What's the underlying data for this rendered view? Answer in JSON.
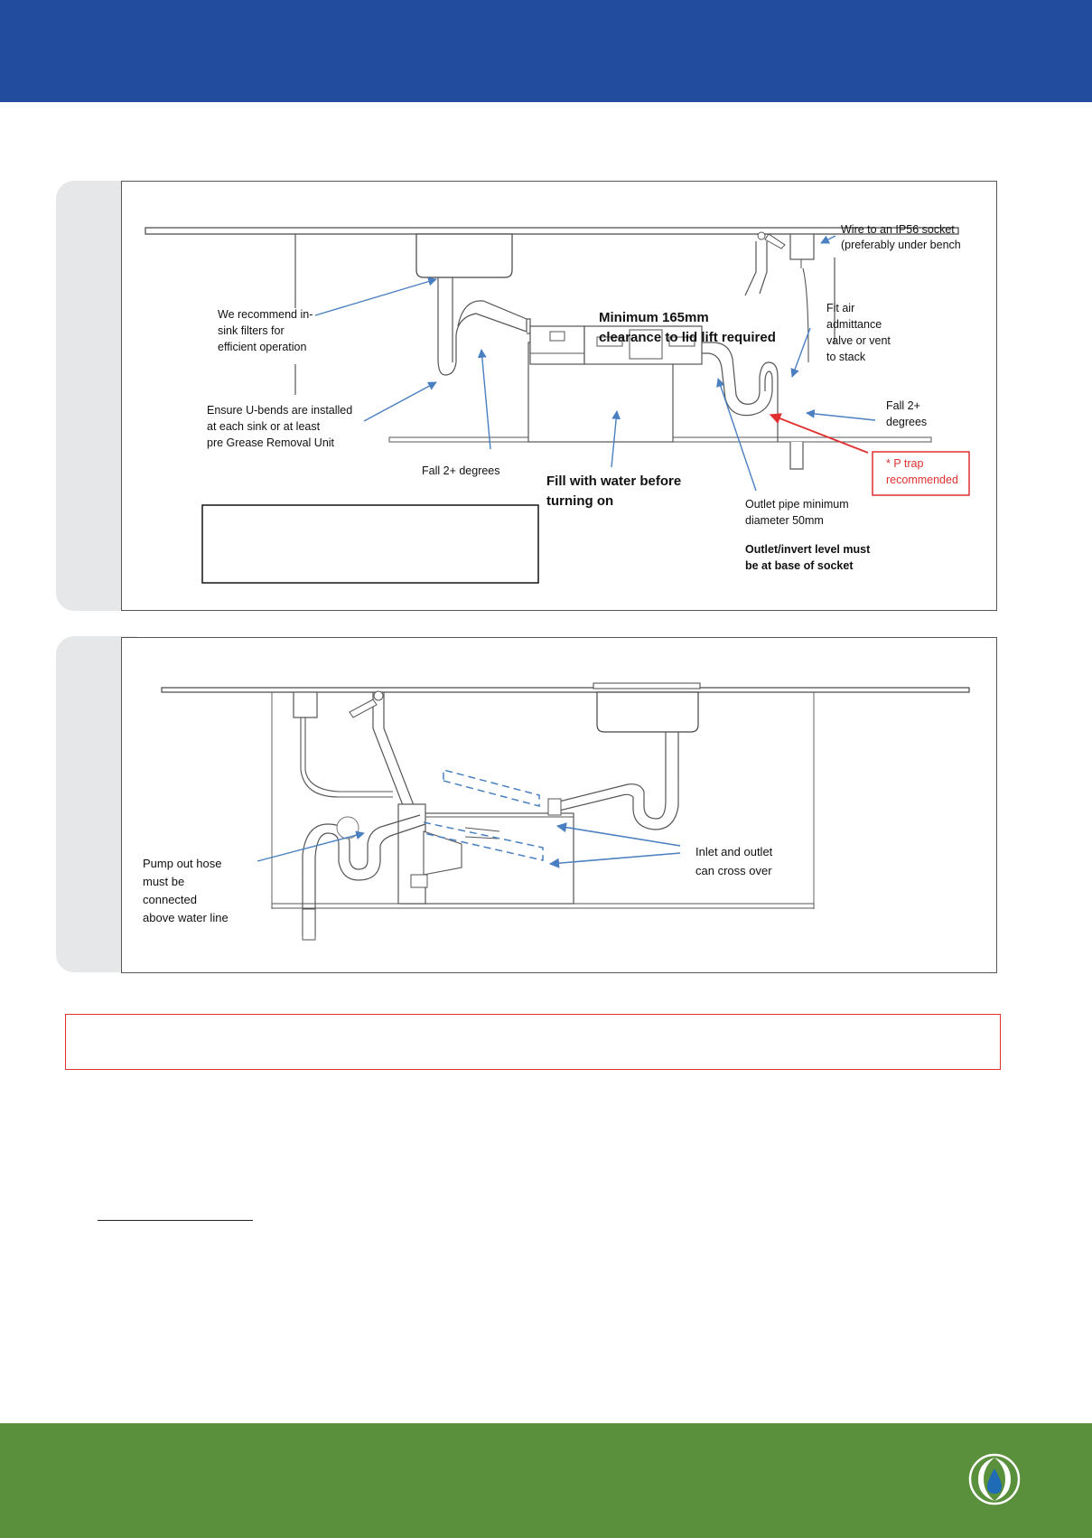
{
  "diagram1": {
    "labels": {
      "wire_line1": "Wire to an IP56 socket",
      "wire_line2": "(preferably under bench",
      "filters_line1": "We recommend in-",
      "filters_line2": "sink filters for",
      "filters_line3": "efficient operation",
      "clearance_line1": "Minimum 165mm",
      "clearance_line2": "clearance to lid lift required",
      "vent_line1": "Fit air",
      "vent_line2": "admittance",
      "vent_line3": "valve or vent",
      "vent_line4": "to stack",
      "ubend_line1": "Ensure U-bends are installed",
      "ubend_line2": "at each sink or at least",
      "ubend_line3": "pre Grease Removal Unit",
      "fall_right_line1": "Fall 2+",
      "fall_right_line2": "degrees",
      "ptrap_line1": "* P trap",
      "ptrap_line2": "recommended",
      "fall_left": "Fall 2+ degrees",
      "fill_line1": "Fill with water before",
      "fill_line2": "turning on",
      "outlet_line1": "Outlet pipe minimum",
      "outlet_line2": "diameter 50mm",
      "invert_line1": "Outlet/invert level must",
      "invert_line2": "be at base of socket"
    }
  },
  "diagram2": {
    "labels": {
      "hose_line1": "Pump out hose",
      "hose_line2": "must be",
      "hose_line3": "connected",
      "hose_line4": "above water line",
      "cross_line1": "Inlet and outlet",
      "cross_line2": "can cross over"
    }
  },
  "colors": {
    "header": "#224c9e",
    "footer": "#5a8f3c",
    "arrow": "#4a7fc1",
    "warning_red": "#e03030"
  }
}
